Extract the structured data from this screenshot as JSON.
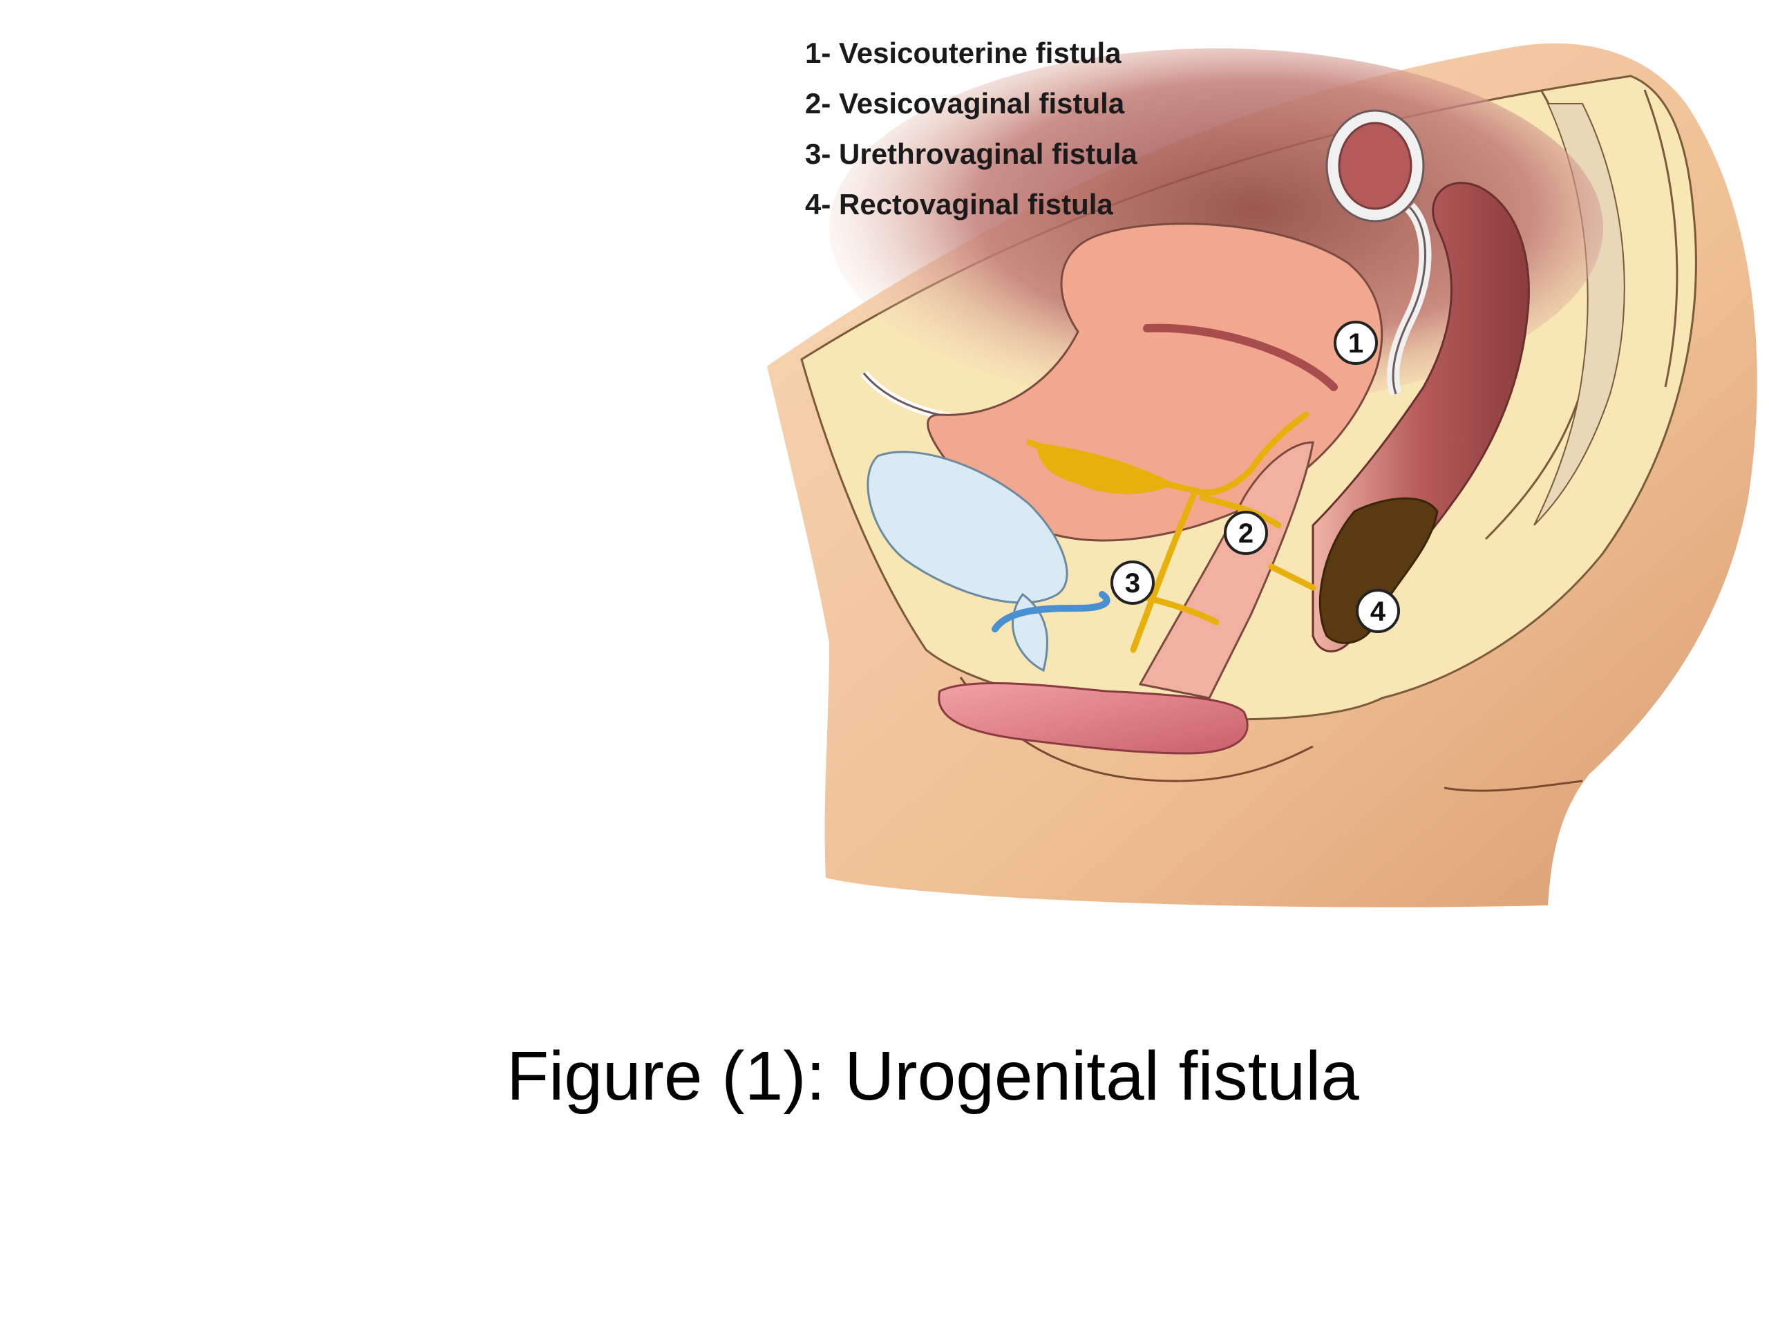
{
  "legend": {
    "items": [
      "1- Vesicouterine fistula",
      "2- Vesicovaginal fistula",
      "3- Urethrovaginal fistula",
      "4- Rectovaginal fistula"
    ]
  },
  "callouts": [
    "1",
    "2",
    "3",
    "4"
  ],
  "caption": "Figure (1): Urogenital fistula",
  "colors": {
    "skin": "#f1c79f",
    "tissue_light": "#f8e6b4",
    "cavity_shadow": "#b77070",
    "uterus": "#f1a88f",
    "bladder": "#d9eaf5",
    "urethra": "#4a8fd0",
    "fistula_channel": "#e8b00c",
    "rectum": "#a84d4d",
    "feces": "#5a3a10",
    "labia": "#d9707a"
  }
}
